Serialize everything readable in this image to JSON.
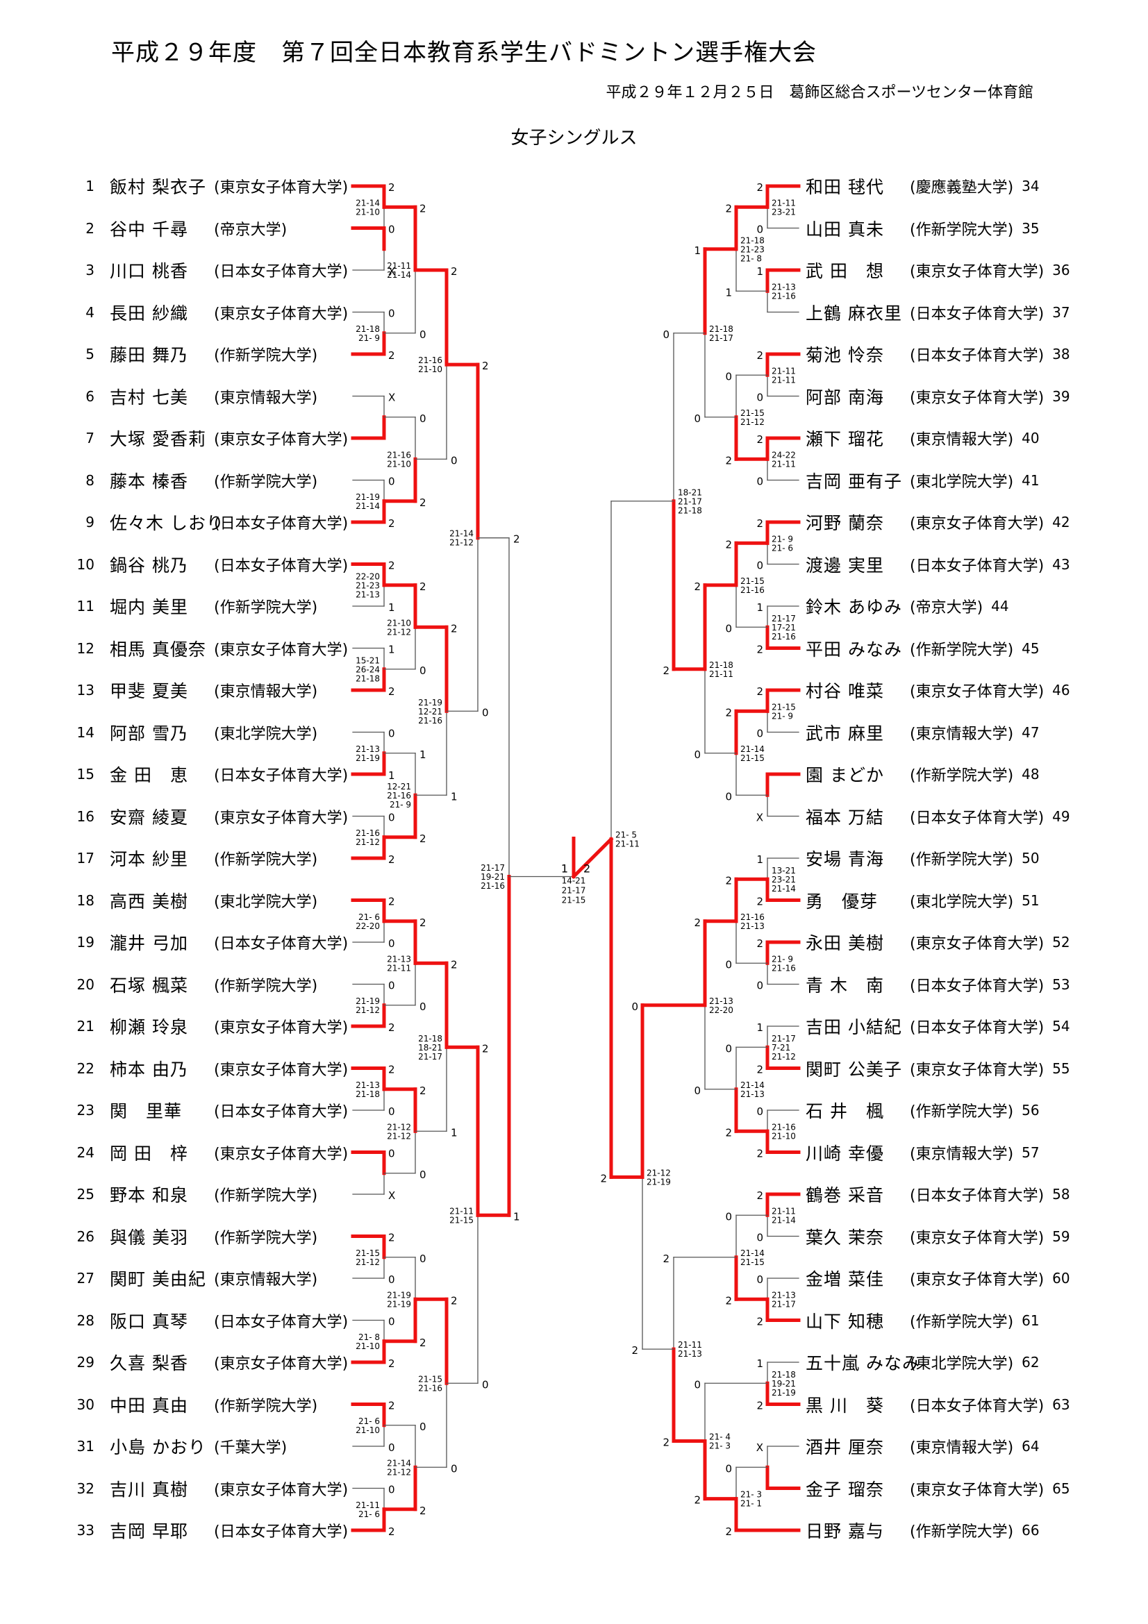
{
  "header": {
    "title": "平成２９年度　第７回全日本教育系学生バドミントン選手権大会",
    "date_venue": "平成２９年１２月２５日　葛飾区総合スポーツセンター体育館",
    "event": "女子シングルス"
  },
  "colors": {
    "win_line": "#ee1111",
    "line": "#555555"
  },
  "players": [
    {
      "no": "1",
      "name": "飯村 梨衣子",
      "univ": "(東京女子体育大学)"
    },
    {
      "no": "2",
      "name": "谷中 千尋",
      "univ": "(帝京大学)"
    },
    {
      "no": "3",
      "name": "川口 桃香",
      "univ": "(日本女子体育大学)"
    },
    {
      "no": "4",
      "name": "長田 紗織",
      "univ": "(東京女子体育大学)"
    },
    {
      "no": "5",
      "name": "藤田 舞乃",
      "univ": "(作新学院大学)"
    },
    {
      "no": "6",
      "name": "吉村 七美",
      "univ": "(東京情報大学)"
    },
    {
      "no": "7",
      "name": "大塚 愛香莉",
      "univ": "(東京女子体育大学)"
    },
    {
      "no": "8",
      "name": "藤本 榛香",
      "univ": "(作新学院大学)"
    },
    {
      "no": "9",
      "name": "佐々木 しおり",
      "univ": "(日本女子体育大学)"
    },
    {
      "no": "10",
      "name": "鍋谷 桃乃",
      "univ": "(日本女子体育大学)"
    },
    {
      "no": "11",
      "name": "堀内 美里",
      "univ": "(作新学院大学)"
    },
    {
      "no": "12",
      "name": "相馬 真優奈",
      "univ": "(東京女子体育大学)"
    },
    {
      "no": "13",
      "name": "甲斐 夏美",
      "univ": "(東京情報大学)"
    },
    {
      "no": "14",
      "name": "阿部 雪乃",
      "univ": "(東北学院大学)"
    },
    {
      "no": "15",
      "name": "金 田　恵",
      "univ": "(日本女子体育大学)"
    },
    {
      "no": "16",
      "name": "安齋 綾夏",
      "univ": "(東京女子体育大学)"
    },
    {
      "no": "17",
      "name": "河本 紗里",
      "univ": "(作新学院大学)"
    },
    {
      "no": "18",
      "name": "高西 美樹",
      "univ": "(東北学院大学)"
    },
    {
      "no": "19",
      "name": "瀧井 弓加",
      "univ": "(日本女子体育大学)"
    },
    {
      "no": "20",
      "name": "石塚 楓菜",
      "univ": "(作新学院大学)"
    },
    {
      "no": "21",
      "name": "柳瀬 玲泉",
      "univ": "(東京女子体育大学)"
    },
    {
      "no": "22",
      "name": "柿本 由乃",
      "univ": "(東京女子体育大学)"
    },
    {
      "no": "23",
      "name": "関　里華",
      "univ": "(日本女子体育大学)"
    },
    {
      "no": "24",
      "name": "岡 田　梓",
      "univ": "(東京女子体育大学)"
    },
    {
      "no": "25",
      "name": "野本 和泉",
      "univ": "(作新学院大学)"
    },
    {
      "no": "26",
      "name": "與儀 美羽",
      "univ": "(作新学院大学)"
    },
    {
      "no": "27",
      "name": "関町 美由紀",
      "univ": "(東京情報大学)"
    },
    {
      "no": "28",
      "name": "阪口 真琴",
      "univ": "(日本女子体育大学)"
    },
    {
      "no": "29",
      "name": "久喜 梨香",
      "univ": "(東京女子体育大学)"
    },
    {
      "no": "30",
      "name": "中田 真由",
      "univ": "(作新学院大学)"
    },
    {
      "no": "31",
      "name": "小島 かおり",
      "univ": "(千葉大学)"
    },
    {
      "no": "32",
      "name": "吉川 真樹",
      "univ": "(東京女子体育大学)"
    },
    {
      "no": "33",
      "name": "吉岡 早耶",
      "univ": "(日本女子体育大学)"
    },
    {
      "no": "34",
      "name": "和田 毬代",
      "univ": "(慶應義塾大学)"
    },
    {
      "no": "35",
      "name": "山田 真未",
      "univ": "(作新学院大学)"
    },
    {
      "no": "36",
      "name": "武 田　想",
      "univ": "(東京女子体育大学)"
    },
    {
      "no": "37",
      "name": "上鶴 麻衣里",
      "univ": "(日本女子体育大学)"
    },
    {
      "no": "38",
      "name": "菊池 怜奈",
      "univ": "(日本女子体育大学)"
    },
    {
      "no": "39",
      "name": "阿部 南海",
      "univ": "(東京女子体育大学)"
    },
    {
      "no": "40",
      "name": "瀬下 瑠花",
      "univ": "(東京情報大学)"
    },
    {
      "no": "41",
      "name": "吉岡 亜有子",
      "univ": "(東北学院大学)"
    },
    {
      "no": "42",
      "name": "河野 蘭奈",
      "univ": "(東京女子体育大学)"
    },
    {
      "no": "43",
      "name": "渡邊 実里",
      "univ": "(日本女子体育大学)"
    },
    {
      "no": "44",
      "name": "鈴木 あゆみ",
      "univ": "(帝京大学)"
    },
    {
      "no": "45",
      "name": "平田 みなみ",
      "univ": "(作新学院大学)"
    },
    {
      "no": "46",
      "name": "村谷 唯菜",
      "univ": "(東京女子体育大学)"
    },
    {
      "no": "47",
      "name": "武市 麻里",
      "univ": "(東京情報大学)"
    },
    {
      "no": "48",
      "name": "園 まどか",
      "univ": "(作新学院大学)"
    },
    {
      "no": "49",
      "name": "福本 万結",
      "univ": "(日本女子体育大学)"
    },
    {
      "no": "50",
      "name": "安場 青海",
      "univ": "(作新学院大学)"
    },
    {
      "no": "51",
      "name": "勇　優芽",
      "univ": "(東北学院大学)"
    },
    {
      "no": "52",
      "name": "永田 美樹",
      "univ": "(東京女子体育大学)"
    },
    {
      "no": "53",
      "name": "青 木　南",
      "univ": "(日本女子体育大学)"
    },
    {
      "no": "54",
      "name": "吉田 小結紀",
      "univ": "(日本女子体育大学)"
    },
    {
      "no": "55",
      "name": "関町 公美子",
      "univ": "(東京女子体育大学)"
    },
    {
      "no": "56",
      "name": "石 井　楓",
      "univ": "(作新学院大学)"
    },
    {
      "no": "57",
      "name": "川崎 幸優",
      "univ": "(東京情報大学)"
    },
    {
      "no": "58",
      "name": "鶴巻 采音",
      "univ": "(日本女子体育大学)"
    },
    {
      "no": "59",
      "name": "葉久 茉奈",
      "univ": "(東京女子体育大学)"
    },
    {
      "no": "60",
      "name": "金増 菜佳",
      "univ": "(東京女子体育大学)"
    },
    {
      "no": "61",
      "name": "山下 知穂",
      "univ": "(作新学院大学)"
    },
    {
      "no": "62",
      "name": "五十嵐 みなみ",
      "univ": "(東北学院大学)"
    },
    {
      "no": "63",
      "name": "黒 川　葵",
      "univ": "(日本女子体育大学)"
    },
    {
      "no": "64",
      "name": "酒井 厘奈",
      "univ": "(東京情報大学)"
    },
    {
      "no": "65",
      "name": "金子 瑠奈",
      "univ": "(東京女子体育大学)"
    },
    {
      "no": "66",
      "name": "日野 嘉与",
      "univ": "(作新学院大学)"
    }
  ],
  "matches": [
    {
      "id": "L1",
      "side": "L",
      "a": "p1",
      "b": "p2",
      "w": "a",
      "ga": "2",
      "gb": "0",
      "sc": [
        "21-14",
        "21-10"
      ]
    },
    {
      "id": "L2",
      "side": "L",
      "a": "p2",
      "b": "p3",
      "w": "a",
      "ga": "",
      "gb": "X",
      "sc": []
    },
    {
      "id": "L3",
      "side": "L",
      "a": "p4",
      "b": "p5",
      "w": "b",
      "ga": "0",
      "gb": "2",
      "sc": [
        "21-18",
        "21- 9"
      ]
    },
    {
      "id": "L4",
      "side": "L",
      "a": "L1",
      "b": "L3",
      "w": "a",
      "ga": "2",
      "gb": "0",
      "sc": [
        "21-11",
        "21-14"
      ]
    },
    {
      "id": "L5",
      "side": "L",
      "a": "p6",
      "b": "p7",
      "w": "b",
      "ga": "X",
      "gb": "",
      "sc": []
    },
    {
      "id": "L6",
      "side": "L",
      "a": "p8",
      "b": "p9",
      "w": "b",
      "ga": "0",
      "gb": "2",
      "sc": [
        "21-19",
        "21-14"
      ]
    },
    {
      "id": "L7",
      "side": "L",
      "a": "L5",
      "b": "L6",
      "w": "b",
      "ga": "0",
      "gb": "2",
      "sc": [
        "21-16",
        "21-10"
      ]
    },
    {
      "id": "L8",
      "side": "L",
      "a": "L4",
      "b": "L7",
      "w": "a",
      "ga": "2",
      "gb": "0",
      "sc": [
        "21-16",
        "21-10"
      ]
    },
    {
      "id": "L9",
      "side": "L",
      "a": "p10",
      "b": "p11",
      "w": "a",
      "ga": "2",
      "gb": "1",
      "sc": [
        "22-20",
        "21-23",
        "21-13"
      ]
    },
    {
      "id": "L10",
      "side": "L",
      "a": "p12",
      "b": "p13",
      "w": "b",
      "ga": "1",
      "gb": "2",
      "sc": [
        "15-21",
        "26-24",
        "21-18"
      ]
    },
    {
      "id": "L11",
      "side": "L",
      "a": "L9",
      "b": "L10",
      "w": "a",
      "ga": "2",
      "gb": "0",
      "sc": [
        "21-10",
        "21-12"
      ]
    },
    {
      "id": "L12",
      "side": "L",
      "a": "p14",
      "b": "p15",
      "w": "b",
      "ga": "0",
      "gb": "1",
      "sc": [
        "21-13",
        "21-19"
      ]
    },
    {
      "id": "L13",
      "side": "L",
      "a": "p16",
      "b": "p17",
      "w": "b",
      "ga": "0",
      "gb": "2",
      "sc": [
        "21-16",
        "21-12"
      ]
    },
    {
      "id": "L14",
      "side": "L",
      "a": "L12",
      "b": "L13",
      "w": "b",
      "ga": "1",
      "gb": "2",
      "sc": [
        "12-21",
        "21-16",
        "21- 9"
      ]
    },
    {
      "id": "L15",
      "side": "L",
      "a": "L11",
      "b": "L14",
      "w": "a",
      "ga": "2",
      "gb": "1",
      "sc": [
        "21-19",
        "12-21",
        "21-16"
      ]
    },
    {
      "id": "L16",
      "side": "L",
      "a": "L8",
      "b": "L15",
      "w": "a",
      "ga": "2",
      "gb": "0",
      "sc": [
        "21-14",
        "21-12"
      ]
    },
    {
      "id": "L17",
      "side": "L",
      "a": "p18",
      "b": "p19",
      "w": "a",
      "ga": "2",
      "gb": "0",
      "sc": [
        "21- 6",
        "22-20"
      ]
    },
    {
      "id": "L18",
      "side": "L",
      "a": "p20",
      "b": "p21",
      "w": "b",
      "ga": "0",
      "gb": "2",
      "sc": [
        "21-19",
        "21-12"
      ]
    },
    {
      "id": "L19",
      "side": "L",
      "a": "L17",
      "b": "L18",
      "w": "a",
      "ga": "2",
      "gb": "0",
      "sc": [
        "21-13",
        "21-11"
      ]
    },
    {
      "id": "L20",
      "side": "L",
      "a": "p22",
      "b": "p23",
      "w": "a",
      "ga": "2",
      "gb": "0",
      "sc": [
        "21-13",
        "21-18"
      ]
    },
    {
      "id": "L21",
      "side": "L",
      "a": "p24",
      "b": "p25",
      "w": "a",
      "ga": "0",
      "gb": "X",
      "sc": []
    },
    {
      "id": "L22",
      "side": "L",
      "a": "L20",
      "b": "L21",
      "w": "a",
      "ga": "2",
      "gb": "0",
      "sc": [
        "21-12",
        "21-12"
      ]
    },
    {
      "id": "L23",
      "side": "L",
      "a": "L19",
      "b": "L22",
      "w": "a",
      "ga": "2",
      "gb": "1",
      "sc": [
        "21-18",
        "18-21",
        "21-17"
      ]
    },
    {
      "id": "L24",
      "side": "L",
      "a": "p26",
      "b": "p27",
      "w": "a",
      "ga": "2",
      "gb": "0",
      "sc": [
        "21-15",
        "21-12"
      ]
    },
    {
      "id": "L25",
      "side": "L",
      "a": "p28",
      "b": "p29",
      "w": "b",
      "ga": "0",
      "gb": "2",
      "sc": [
        "21- 8",
        "21-10"
      ]
    },
    {
      "id": "L26",
      "side": "L",
      "a": "L24",
      "b": "L25",
      "w": "b",
      "ga": "0",
      "gb": "2",
      "sc": [
        "21-19",
        "21-19"
      ]
    },
    {
      "id": "L27",
      "side": "L",
      "a": "p30",
      "b": "p31",
      "w": "a",
      "ga": "2",
      "gb": "0",
      "sc": [
        "21- 6",
        "21-10"
      ]
    },
    {
      "id": "L28",
      "side": "L",
      "a": "p32",
      "b": "p33",
      "w": "b",
      "ga": "0",
      "gb": "2",
      "sc": [
        "21-11",
        "21- 6"
      ]
    },
    {
      "id": "L29",
      "side": "L",
      "a": "L27",
      "b": "L28",
      "w": "b",
      "ga": "0",
      "gb": "2",
      "sc": [
        "21-14",
        "21-12"
      ]
    },
    {
      "id": "L30",
      "side": "L",
      "a": "L26",
      "b": "L29",
      "w": "a",
      "ga": "2",
      "gb": "0",
      "sc": [
        "21-15",
        "21-16"
      ]
    },
    {
      "id": "L31",
      "side": "L",
      "a": "L23",
      "b": "L30",
      "w": "a",
      "ga": "2",
      "gb": "0",
      "sc": [
        "21-11",
        "21-15"
      ]
    },
    {
      "id": "L32",
      "side": "L",
      "a": "L16",
      "b": "L31",
      "w": "b",
      "ga": "2",
      "gb": "1",
      "sc": [
        "21-17",
        "19-21",
        "21-16"
      ]
    },
    {
      "id": "R1",
      "side": "R",
      "a": "p34",
      "b": "p35",
      "w": "a",
      "ga": "2",
      "gb": "0",
      "sc": [
        "21-11",
        "23-21"
      ]
    },
    {
      "id": "R2",
      "side": "R",
      "a": "p36",
      "b": "p37",
      "w": "a",
      "ga": "1",
      "gb": "",
      "sc": [
        "21-13",
        "21-16"
      ]
    },
    {
      "id": "R3",
      "side": "R",
      "a": "R1",
      "b": "R2",
      "w": "a",
      "ga": "2",
      "gb": "1",
      "sc": [
        "21-18",
        "21-23",
        "21- 8"
      ]
    },
    {
      "id": "R4",
      "side": "R",
      "a": "p38",
      "b": "p39",
      "w": "a",
      "ga": "2",
      "gb": "0",
      "sc": [
        "21-11",
        "21-11"
      ]
    },
    {
      "id": "R5",
      "side": "R",
      "a": "p40",
      "b": "p41",
      "w": "a",
      "ga": "2",
      "gb": "0",
      "sc": [
        "24-22",
        "21-11"
      ]
    },
    {
      "id": "R6",
      "side": "R",
      "a": "R4",
      "b": "R5",
      "w": "b",
      "ga": "0",
      "gb": "2",
      "sc": [
        "21-15",
        "21-12"
      ]
    },
    {
      "id": "R7",
      "side": "R",
      "a": "R3",
      "b": "R6",
      "w": "a",
      "ga": "1",
      "gb": "0",
      "sc": [
        "21-18",
        "21-17"
      ]
    },
    {
      "id": "R8",
      "side": "R",
      "a": "p42",
      "b": "p43",
      "w": "a",
      "ga": "2",
      "gb": "0",
      "sc": [
        "21- 9",
        "21- 6"
      ]
    },
    {
      "id": "R9",
      "side": "R",
      "a": "p44",
      "b": "p45",
      "w": "b",
      "ga": "1",
      "gb": "2",
      "sc": [
        "21-17",
        "17-21",
        "21-16"
      ]
    },
    {
      "id": "R10",
      "side": "R",
      "a": "R8",
      "b": "R9",
      "w": "a",
      "ga": "2",
      "gb": "0",
      "sc": [
        "21-15",
        "21-16"
      ]
    },
    {
      "id": "R11",
      "side": "R",
      "a": "p46",
      "b": "p47",
      "w": "a",
      "ga": "2",
      "gb": "0",
      "sc": [
        "21-15",
        "21- 9"
      ]
    },
    {
      "id": "R12",
      "side": "R",
      "a": "p48",
      "b": "p49",
      "w": "a",
      "ga": "",
      "gb": "X",
      "sc": []
    },
    {
      "id": "R13",
      "side": "R",
      "a": "R11",
      "b": "R12",
      "w": "a",
      "ga": "2",
      "gb": "0",
      "sc": [
        "21-14",
        "21-15"
      ]
    },
    {
      "id": "R14",
      "side": "R",
      "a": "R10",
      "b": "R13",
      "w": "a",
      "ga": "2",
      "gb": "0",
      "sc": [
        "21-18",
        "21-11"
      ]
    },
    {
      "id": "R15",
      "side": "R",
      "a": "R7",
      "b": "R14",
      "w": "b",
      "ga": "0",
      "gb": "2",
      "sc": [
        "18-21",
        "21-17",
        "21-18"
      ]
    },
    {
      "id": "R16",
      "side": "R",
      "a": "p50",
      "b": "p51",
      "w": "b",
      "ga": "1",
      "gb": "2",
      "sc": [
        "13-21",
        "23-21",
        "21-14"
      ]
    },
    {
      "id": "R17",
      "side": "R",
      "a": "p52",
      "b": "p53",
      "w": "a",
      "ga": "2",
      "gb": "0",
      "sc": [
        "21- 9",
        "21-16"
      ]
    },
    {
      "id": "R18",
      "side": "R",
      "a": "R16",
      "b": "R17",
      "w": "a",
      "ga": "2",
      "gb": "0",
      "sc": [
        "21-16",
        "21-13"
      ]
    },
    {
      "id": "R19",
      "side": "R",
      "a": "p54",
      "b": "p55",
      "w": "b",
      "ga": "1",
      "gb": "2",
      "sc": [
        "21-17",
        "7-21",
        "21-12"
      ]
    },
    {
      "id": "R20",
      "side": "R",
      "a": "p56",
      "b": "p57",
      "w": "b",
      "ga": "0",
      "gb": "2",
      "sc": [
        "21-16",
        "21-10"
      ]
    },
    {
      "id": "R21",
      "side": "R",
      "a": "R19",
      "b": "R20",
      "w": "b",
      "ga": "0",
      "gb": "2",
      "sc": [
        "21-14",
        "21-13"
      ]
    },
    {
      "id": "R22",
      "side": "R",
      "a": "R18",
      "b": "R21",
      "w": "a",
      "ga": "2",
      "gb": "0",
      "sc": [
        "21-13",
        "22-20"
      ]
    },
    {
      "id": "R23",
      "side": "R",
      "a": "p58",
      "b": "p59",
      "w": "a",
      "ga": "2",
      "gb": "0",
      "sc": [
        "21-11",
        "21-14"
      ]
    },
    {
      "id": "R24",
      "side": "R",
      "a": "p60",
      "b": "p61",
      "w": "b",
      "ga": "0",
      "gb": "2",
      "sc": [
        "21-13",
        "21-17"
      ]
    },
    {
      "id": "R25",
      "side": "R",
      "a": "R23",
      "b": "R24",
      "w": "b",
      "ga": "0",
      "gb": "2",
      "sc": [
        "21-14",
        "21-15"
      ]
    },
    {
      "id": "R26",
      "side": "R",
      "a": "p62",
      "b": "p63",
      "w": "b",
      "ga": "1",
      "gb": "2",
      "sc": [
        "21-18",
        "19-21",
        "21-19"
      ]
    },
    {
      "id": "R27",
      "side": "R",
      "a": "p64",
      "b": "p65",
      "w": "b",
      "ga": "X",
      "gb": "",
      "sc": []
    },
    {
      "id": "R28",
      "side": "R",
      "a": "R27",
      "b": "p66",
      "w": "b",
      "ga": "0",
      "gb": "2",
      "sc": [
        "21- 3",
        "21- 1"
      ]
    },
    {
      "id": "R29",
      "side": "R",
      "a": "R26",
      "b": "R28",
      "w": "b",
      "ga": "0",
      "gb": "2",
      "sc": [
        "21- 4",
        "21- 3"
      ]
    },
    {
      "id": "R30",
      "side": "R",
      "a": "R25",
      "b": "R29",
      "w": "b",
      "ga": "2",
      "gb": "2",
      "sc": [
        "21-11",
        "21-13"
      ]
    },
    {
      "id": "R31",
      "side": "R",
      "a": "R22",
      "b": "R30",
      "w": "a",
      "ga": "0",
      "gb": "2",
      "sc": [
        "21-12",
        "21-19"
      ]
    },
    {
      "id": "R32",
      "side": "R",
      "a": "R15",
      "b": "R31",
      "w": "b",
      "ga": "",
      "gb": "2",
      "sc": [
        "21- 5",
        "21-11"
      ]
    }
  ],
  "final": {
    "left_games": "1",
    "right_games": "2",
    "scores": [
      "14-21",
      "21-17",
      "21-15"
    ]
  }
}
